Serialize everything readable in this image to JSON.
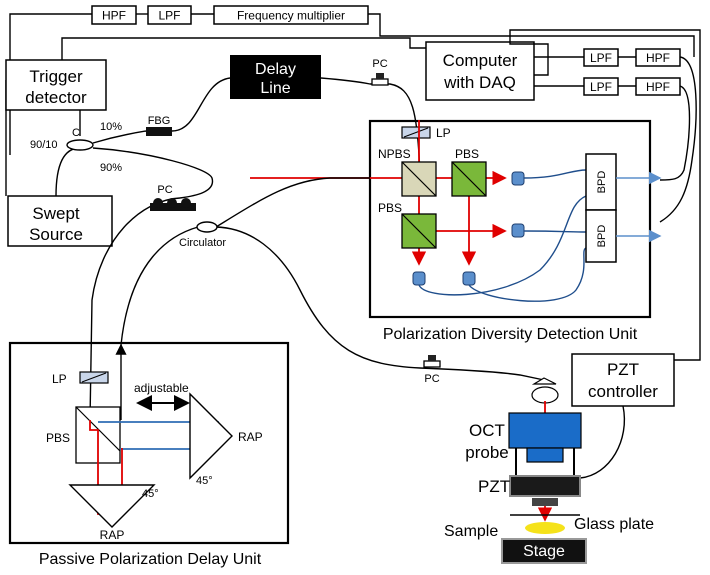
{
  "labels": {
    "hpf_top": "HPF",
    "lpf_top": "LPF",
    "freq_mult": "Frequency multiplier",
    "trigger_line1": "Trigger",
    "trigger_line2": "detector",
    "delay_line1": "Delay",
    "delay_line2": "Line",
    "computer_line1": "Computer",
    "computer_line2": "with DAQ",
    "lpf_r1": "LPF",
    "hpf_r1": "HPF",
    "lpf_r2": "LPF",
    "hpf_r2": "HPF",
    "coupler": "C",
    "ratio": "90/10",
    "pct10": "10%",
    "pct90": "90%",
    "fbg": "FBG",
    "pc_top": "PC",
    "pc_mid": "PC",
    "pc_bottom": "PC",
    "swept_line1": "Swept",
    "swept_line2": "Source",
    "circulator": "Circulator",
    "lp_detect": "LP",
    "npbs": "NPBS",
    "pbs_top": "PBS",
    "pbs_left": "PBS",
    "bpd1": "BPD",
    "bpd2": "BPD",
    "detection_unit": "Polarization Diversity Detection Unit",
    "lp_delay": "LP",
    "adjustable": "adjustable",
    "pbs_delay": "PBS",
    "rap_right": "RAP",
    "deg45_right": "45°",
    "deg45_bottom": "45°",
    "rap_bottom": "RAP",
    "delay_unit": "Passive Polarization Delay Unit",
    "pzt_line1": "PZT",
    "pzt_line2": "controller",
    "oct_line1": "OCT",
    "oct_line2": "probe",
    "pzt": "PZT",
    "sample": "Sample",
    "glass_plate": "Glass plate",
    "stage": "Stage"
  },
  "colors": {
    "beam_red": "#e00000",
    "beam_blue": "#2f6db5",
    "probe_blue": "#1a6cc8",
    "npbs_fill": "#d9d7b8",
    "pbs_fill": "#7ab83a",
    "detector_blue": "#5b8fcc",
    "sample_yellow": "#f5e21a"
  }
}
